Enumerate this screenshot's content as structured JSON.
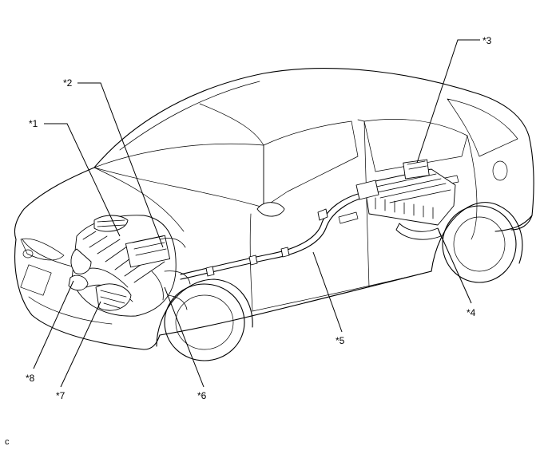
{
  "callouts": {
    "c1": "*1",
    "c2": "*2",
    "c3": "*3",
    "c4": "*4",
    "c5": "*5",
    "c6": "*6",
    "c7": "*7",
    "c8": "*8"
  },
  "figure_code": "c",
  "colors": {
    "line": "#000000",
    "background": "#ffffff"
  }
}
